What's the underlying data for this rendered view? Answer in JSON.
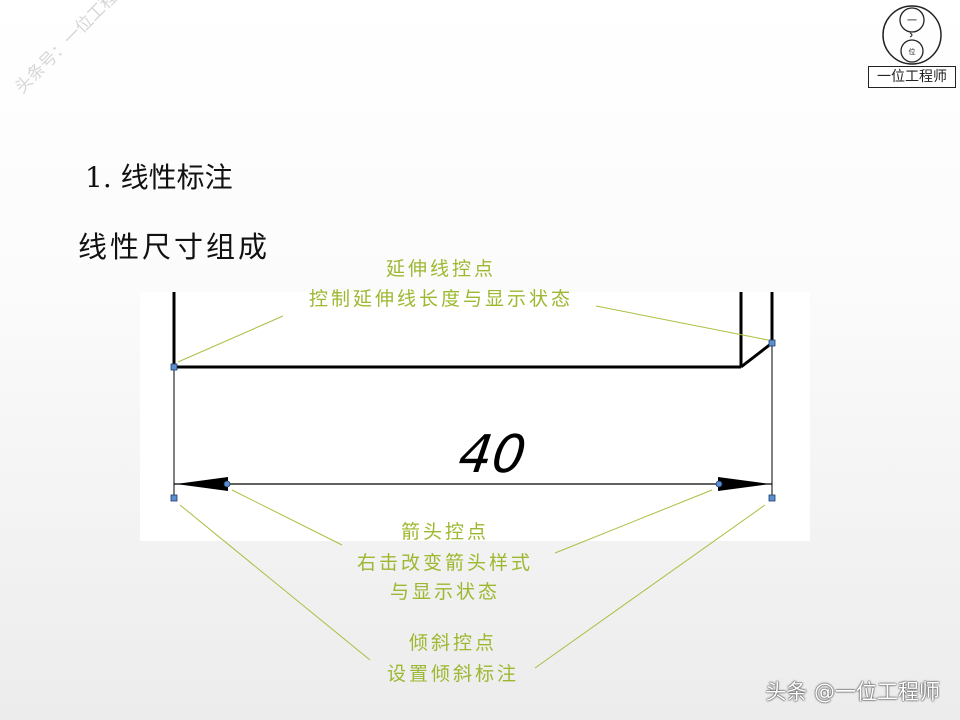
{
  "watermark": "头条号：一位工程师",
  "logo": {
    "text": "一位工程师",
    "top_circle_char": "一",
    "bottom_circle_char": "位"
  },
  "heading": "1. 线性标注",
  "subheading": "线性尺寸组成",
  "drawing": {
    "dimension_value": "40",
    "callouts": {
      "extension": {
        "title": "延伸线控点",
        "desc": "控制延伸线长度与显示状态"
      },
      "arrow": {
        "title": "箭头控点",
        "desc1": "右击改变箭头样式",
        "desc2": "与显示状态"
      },
      "oblique": {
        "title": "倾斜控点",
        "desc": "设置倾斜标注"
      }
    }
  },
  "credit": "头条 @一位工程师",
  "colors": {
    "callout": "#9cb830",
    "grip": "#5b8fd0"
  }
}
